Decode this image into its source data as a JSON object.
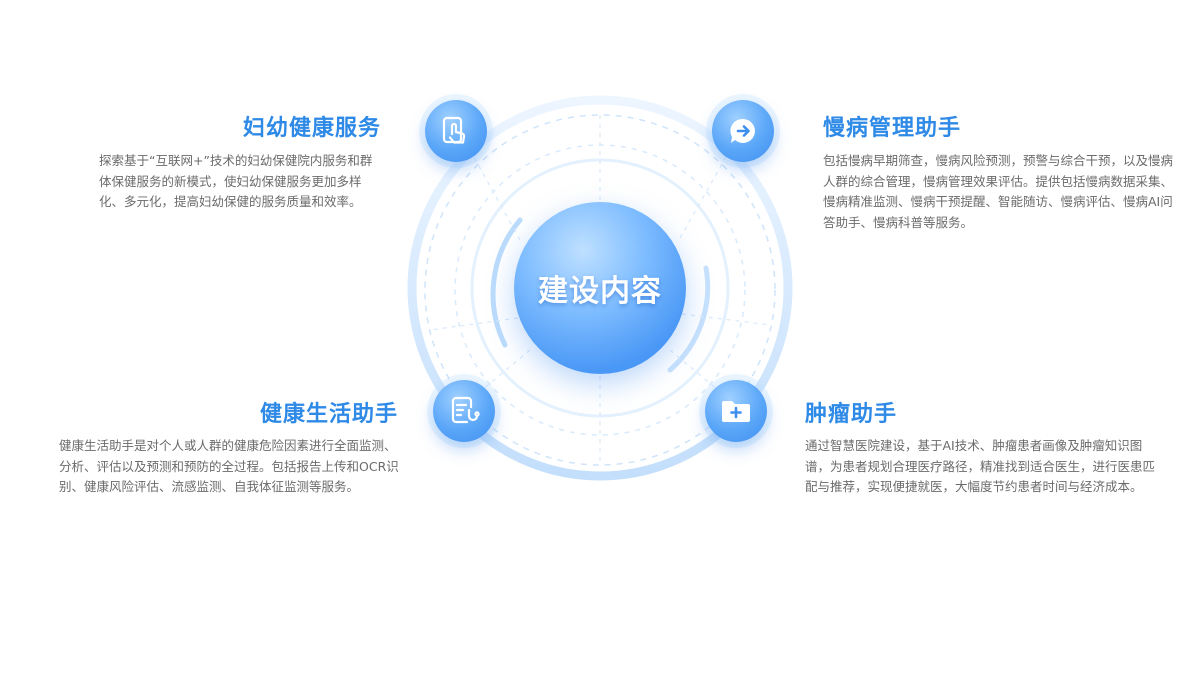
{
  "center": {
    "label": "建设内容"
  },
  "nodes": {
    "maternal": {
      "icon": "hand-touch-icon",
      "title": "妇幼健康服务",
      "description": "探索基于“互联网+”技术的妇幼保健院内服务和群体保健服务的新模式，使妇幼保健服务更加多样化、多元化，提高妇幼保健的服务质量和效率。"
    },
    "chronic": {
      "icon": "arrow-chat-bubble-icon",
      "title": "慢病管理助手",
      "description": "包括慢病早期筛查，慢病风险预测，预警与综合干预，以及慢病人群的综合管理，慢病管理效果评估。提供包括慢病数据采集、慢病精准监测、慢病干预提醒、智能随访、慢病评估、慢病AI问答助手、慢病科普等服务。"
    },
    "lifestyle": {
      "icon": "medical-report-stethoscope-icon",
      "title": "健康生活助手",
      "description": "健康生活助手是对个人或人群的健康危险因素进行全面监测、分析、评估以及预测和预防的全过程。包括报告上传和OCR识别、健康风险评估、流感监测、自我体征监测等服务。"
    },
    "tumor": {
      "icon": "medical-folder-plus-icon",
      "title": "肿瘤助手",
      "description": "通过智慧医院建设，基于AI技术、肿瘤患者画像及肿瘤知识图谱，为患者规划合理医疗路径，精准找到适合医生，进行医患匹配与推荐，实现便捷就医，大幅度节约患者时间与经济成本。"
    }
  },
  "colors": {
    "accent": "#2e8ae6",
    "node_fill": "#4a98f6",
    "ring": "#cfe4fb",
    "text": "#6b6b6b"
  }
}
